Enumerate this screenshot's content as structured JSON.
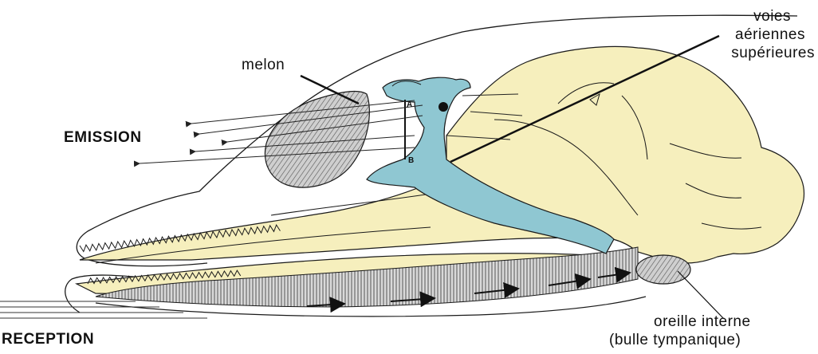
{
  "labels": {
    "melon": "melon",
    "emission": "EMISSION",
    "reception": "RECEPTION",
    "airways_line1": "voies",
    "airways_line2": "aériennes",
    "airways_line3": "supérieures",
    "ear_line1": "oreille interne",
    "ear_line2": "(bulle tympanique)",
    "point_a": "A",
    "point_b": "B"
  },
  "colors": {
    "skull": "#f6efbd",
    "airway": "#8fc7d2",
    "outline": "#1a1a1a",
    "fat": "#bdbdbd",
    "background": "#ffffff"
  }
}
